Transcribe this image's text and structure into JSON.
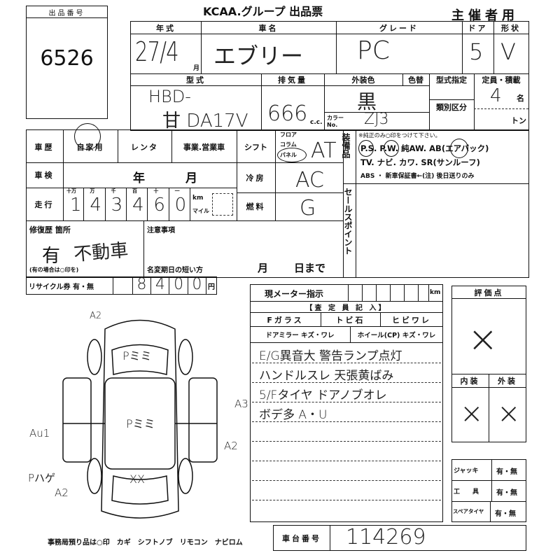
{
  "header": {
    "title": "KCAA.グループ 出品票",
    "copy_label": "主催者用"
  },
  "lot": {
    "label": "出品番号",
    "number": "6526"
  },
  "vehicle": {
    "year_label": "年式",
    "year_value": "27/4",
    "month_unit": "月",
    "name_label": "車名",
    "name_value": "エブリー",
    "grade_label": "グレード",
    "grade_value": "PC",
    "doors_label": "ドア",
    "doors_value": "5",
    "body_label": "形状",
    "body_value": "V",
    "model_label": "型式",
    "model_value_1": "HBD-",
    "model_value_2": "甘 DA17V",
    "displacement_label": "排気量",
    "displacement_value": "666",
    "displacement_unit": "c.c.",
    "color_label": "外装色",
    "color_value": "黒",
    "color_change_label": "色替",
    "color_no_label": "カラーNo.",
    "color_no_value": "ZJ3",
    "type_designation_label": "型式指定",
    "class_label": "類別区分",
    "capacity_label": "定員・積載",
    "capacity_value": "4",
    "capacity_unit": "名",
    "load_unit": "トン"
  },
  "history": {
    "label": "車歴",
    "options": [
      "自家用",
      "レンタ",
      "事業.営業車"
    ],
    "selected": "自家用"
  },
  "inspection": {
    "label": "車検",
    "year_unit": "年",
    "month_unit": "月"
  },
  "mileage": {
    "label": "走行",
    "units": [
      "十万",
      "万",
      "千",
      "百",
      "十",
      "一"
    ],
    "digits": [
      "1",
      "4",
      "3",
      "4",
      "6",
      "0"
    ],
    "km_label": "km",
    "mile_label": "マイル"
  },
  "shift": {
    "label": "シフト",
    "options": [
      "フロア",
      "コラム",
      "パネル"
    ],
    "selected": "パネル",
    "value": "AT"
  },
  "ac": {
    "label": "冷房",
    "value": "AC"
  },
  "fuel": {
    "label": "燃料",
    "value": "G"
  },
  "equipment": {
    "label": "装備品",
    "note": "※純正のみ○印をつけて下さい。",
    "line1": "P.S. P.W. 純AW. AB(エアバック)",
    "line2": "TV. ナビ. カワ. SR(サンルーフ)",
    "line3": "ABS ・ 新車保証書←(注) 後日送りのみ"
  },
  "sales_point": {
    "label": "セールスポイント"
  },
  "repair": {
    "label": "修復歴 箇所",
    "value": "有",
    "note": "不動車",
    "hint": "(有の場合は○印を)"
  },
  "notes": {
    "label": "注意事項",
    "deadline_label": "名変期日の短い方",
    "month_unit": "月",
    "day_unit": "日まで"
  },
  "recycle": {
    "label": "リサイクル券 有・無",
    "digits": [
      "8",
      "4",
      "0",
      "0"
    ],
    "unit": "円"
  },
  "meter": {
    "label": "現メーター指示",
    "unit": "km",
    "inspector_label": "【査 定 員 記 入】",
    "glass_label": "Fガラス",
    "chip_label": "トビ石",
    "crack_label": "ヒビワレ",
    "mirror_label": "ドアミラー キズ・ワレ",
    "wheel_label": "ホイール(CP) キズ・ワレ",
    "remarks": [
      "E/G異音大 警告ランプ点灯",
      "ハンドルスレ 天張黄ばみ",
      "5/Fタイヤ ドアノブオレ",
      "ボデ多 A・U"
    ]
  },
  "score": {
    "label": "評価点",
    "value": "×",
    "interior_label": "内装",
    "interior_value": "×",
    "exterior_label": "外装",
    "exterior_value": "×"
  },
  "accessories": [
    {
      "label": "ジャッキ",
      "value": "有・無"
    },
    {
      "label": "工　　具",
      "value": "有・無"
    },
    {
      "label": "スペアタイヤ",
      "value": "有・無"
    }
  ],
  "chassis": {
    "label": "車台番号",
    "value": "114269"
  },
  "office_items": "事務局預り品は○印　カギ　シフトノブ　リモコン　ナビロム",
  "diagram": {
    "marks": [
      "A2",
      "Pミミ",
      "Pミミ",
      "A3",
      "A2",
      "Au1",
      "Pハゲ",
      "A2",
      "XX"
    ]
  }
}
